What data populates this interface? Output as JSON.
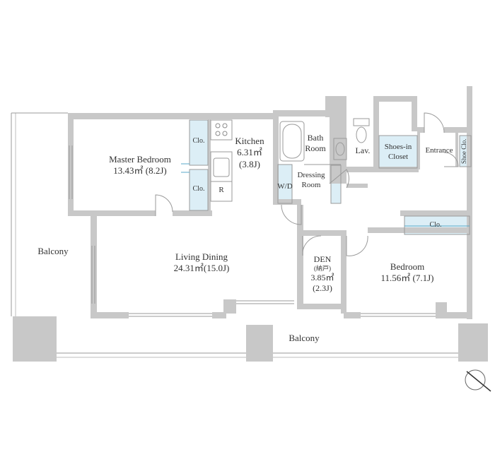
{
  "balcony_west": "Balcony",
  "balcony_south": "Balcony",
  "master_bedroom": {
    "name": "Master Bedroom",
    "area": "13.43㎡ (8.2J)"
  },
  "kitchen": {
    "name": "Kitchen",
    "area": "6.31㎡",
    "tatami": "(3.8J)"
  },
  "closets": {
    "clo1": "Clo.",
    "clo2": "Clo.",
    "clo3": "Clo.",
    "fridge": "R"
  },
  "bath": {
    "line1": "Bath",
    "line2": "Room"
  },
  "lav": "Lav.",
  "dressing": {
    "line1": "Dressing",
    "line2": "Room"
  },
  "wd": "W/D",
  "shoes_in_closet": {
    "line1": "Shoes-in",
    "line2": "Closet"
  },
  "entrance": "Entrance",
  "shoe_clo": "Shoe Clo.",
  "living": {
    "name": "Living Dining",
    "area": "24.31㎡(15.0J)"
  },
  "den": {
    "name": "DEN",
    "note": "(納戸)",
    "area": "3.85㎡",
    "tatami": "(2.3J)"
  },
  "bedroom": {
    "name": "Bedroom",
    "area": "11.56㎡ (7.1J)"
  },
  "colors": {
    "wall": "#c8c8c8",
    "closet": "#dceef6",
    "line": "#9a9a9a",
    "accent": "#5aa9c8"
  },
  "compass": "north-arrow-icon"
}
